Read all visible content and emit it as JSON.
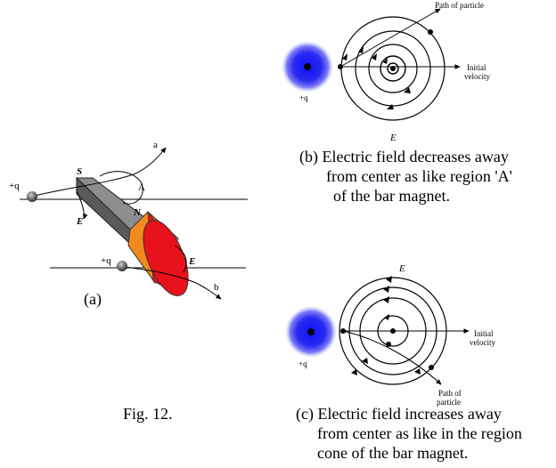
{
  "figure": {
    "label": "Fig. 12.",
    "panel_a": {
      "label": "(a)",
      "charge_top": "+q",
      "charge_bottom": "+q",
      "pole_s": "S",
      "pole_n": "N",
      "region_a": "A",
      "path_a": "a",
      "path_b": "b",
      "field_left": "E",
      "field_right": "E",
      "colors": {
        "cone_outer": "#e8121b",
        "cone_inner": "#f28a1f",
        "bar": "#8c8c8c"
      }
    },
    "panel_b": {
      "label": "(b)",
      "caption_lines": [
        "Electric field decreases away",
        "from center as like region 'A'",
        "of the bar magnet."
      ],
      "charge": "+q",
      "path_label": "Path of particle",
      "velocity_line1": "Initial",
      "velocity_line2": "velocity",
      "field": "E",
      "colors": {
        "charge": "#1e1ee6"
      }
    },
    "panel_c": {
      "label": "(c)",
      "caption_lines": [
        "Electric field increases away",
        "from center as like in the region",
        "cone of the bar magnet."
      ],
      "charge": "+q",
      "path_line1": "Path of",
      "path_line2": "particle",
      "velocity_line1": "Initial",
      "velocity_line2": "velocity",
      "field": "E",
      "colors": {
        "charge": "#1e1ee6"
      }
    }
  }
}
